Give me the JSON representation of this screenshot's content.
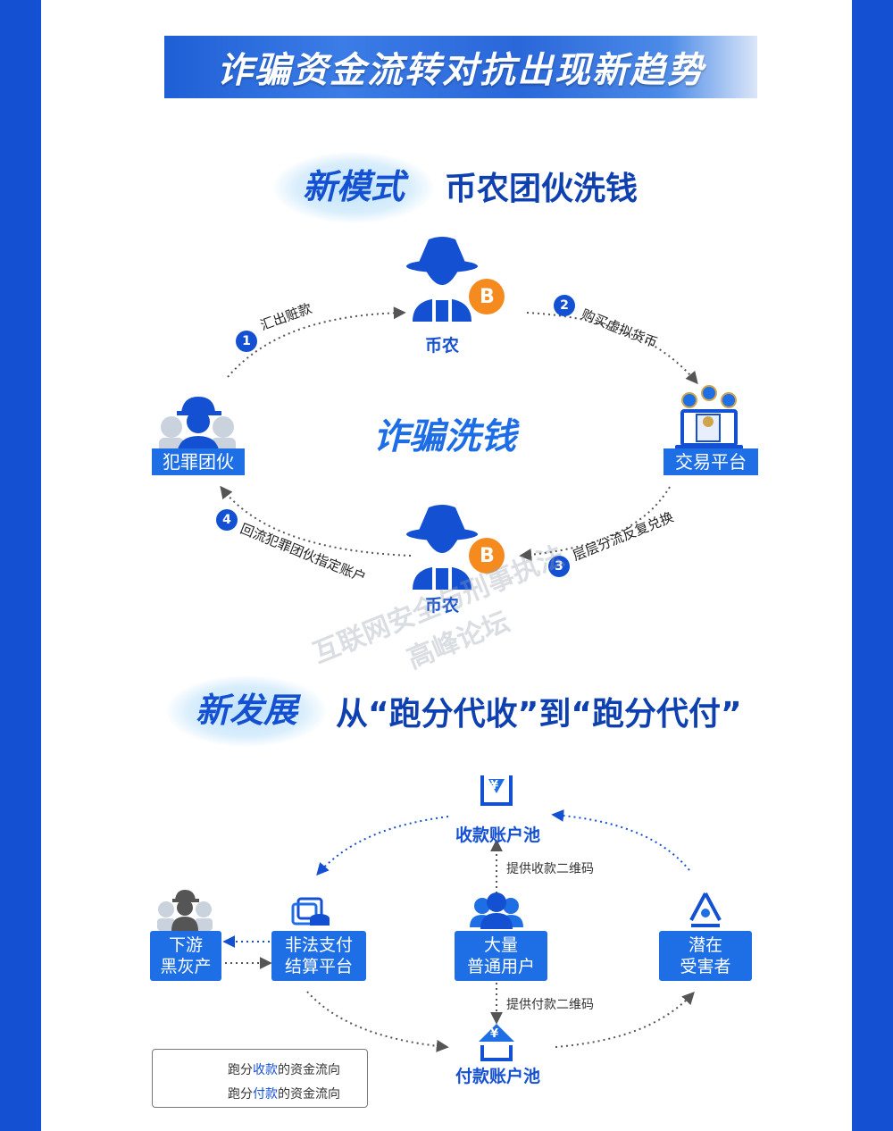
{
  "title": "诈骗资金流转对抗出现新趋势",
  "section1": {
    "tag": "新模式",
    "title": "币农团伙洗钱",
    "center": "诈骗洗钱",
    "top_node": "币农",
    "bottom_node": "币农",
    "left_node": "犯罪团伙",
    "right_node": "交易平台",
    "steps": [
      {
        "num": "1",
        "label": "汇出赃款"
      },
      {
        "num": "2",
        "label": "购买虚拟货币"
      },
      {
        "num": "3",
        "label": "层层分流反复兑换"
      },
      {
        "num": "4",
        "label": "回流犯罪团伙指定账户"
      }
    ],
    "coin_symbol": "B"
  },
  "watermark": {
    "line1": "互联网安全与刑事执法",
    "line2": "高峰论坛"
  },
  "section2": {
    "tag": "新发展",
    "title": "从“跑分代收”到“跑分代付”",
    "collect_pool": "收款账户池",
    "pay_pool": "付款账户池",
    "downstream": [
      "下游",
      "黑灰产"
    ],
    "platform": [
      "非法支付",
      "结算平台"
    ],
    "users": [
      "大量",
      "普通用户"
    ],
    "victims": [
      "潜在",
      "受害者"
    ],
    "provide_collect_qr": "提供收款二维码",
    "provide_pay_qr": "提供付款二维码",
    "yen": "¥"
  },
  "legend": {
    "row1": {
      "pre": "跑分",
      "hl": "收款",
      "post": "的资金流向"
    },
    "row2": {
      "pre": "跑分",
      "hl": "付款",
      "post": "的资金流向"
    }
  },
  "colors": {
    "brand": "#1450d2",
    "accent": "#1e6fe6",
    "coin": "#f58a1f",
    "flow_gray": "#666666"
  }
}
